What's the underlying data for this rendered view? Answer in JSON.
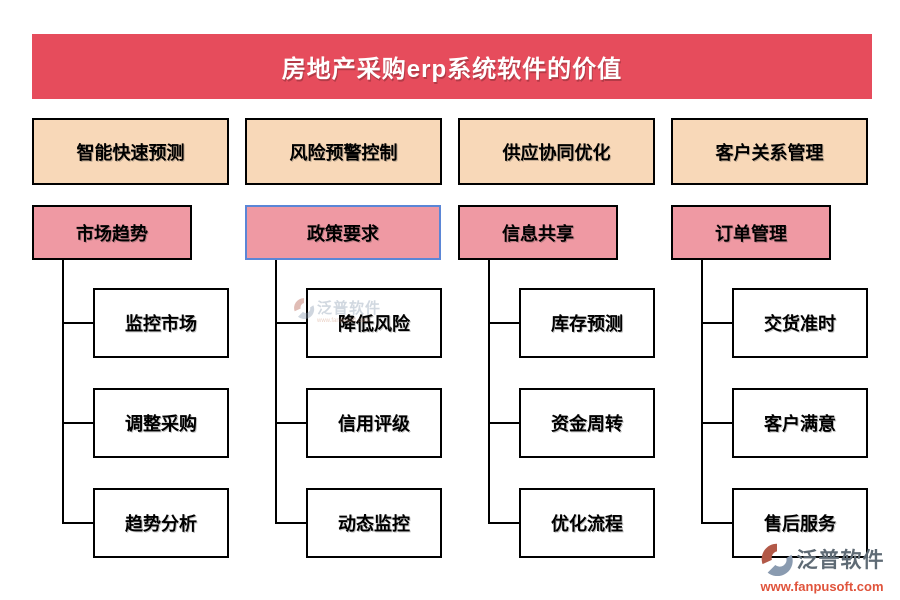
{
  "title": "房地产采购erp系统软件的价值",
  "columns": [
    {
      "header": "智能快速预测",
      "subheader": "市场趋势",
      "selected": false,
      "items": [
        "监控市场",
        "调整采购",
        "趋势分析"
      ]
    },
    {
      "header": "风险预警控制",
      "subheader": "政策要求",
      "selected": true,
      "items": [
        "降低风险",
        "信用评级",
        "动态监控"
      ]
    },
    {
      "header": "供应协同优化",
      "subheader": "信息共享",
      "selected": false,
      "items": [
        "库存预测",
        "资金周转",
        "优化流程"
      ]
    },
    {
      "header": "客户关系管理",
      "subheader": "订单管理",
      "selected": false,
      "items": [
        "交货准时",
        "客户满意",
        "售后服务"
      ]
    }
  ],
  "branding": {
    "name": "泛普软件",
    "url": "www.fanpusoft.com"
  },
  "colors": {
    "banner_bg": "#e64c5c",
    "banner_text": "#ffffff",
    "category_bg": "#f8d8b8",
    "subcategory_bg": "#ef99a3",
    "selection_border": "#5b86d6",
    "box_border": "#000000",
    "leaf_bg": "#ffffff",
    "brand_text": "#5f6b75",
    "brand_url": "#e0543c"
  }
}
